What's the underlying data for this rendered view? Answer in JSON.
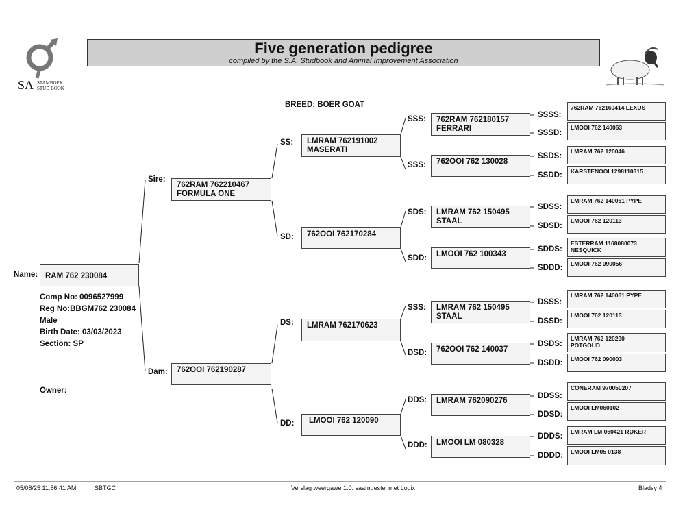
{
  "header": {
    "title": "Five generation pedigree",
    "subtitle": "compiled by the S.A. Studbook and Animal Improvement Association",
    "logo_text_main": "SA",
    "logo_text_line1": "STAMBOEK",
    "logo_text_line2": "STUD BOOK"
  },
  "breed": "BREED: BOER GOAT",
  "animal": {
    "name_label": "Name:",
    "name": "RAM 762 230084",
    "comp_no": "Comp No: 0096527999",
    "reg_no": "Reg No:BBGM762 230084",
    "sex": "Male",
    "birth_date": "Birth Date: 03/03/2023",
    "section": "Section: SP",
    "owner_label": "Owner:"
  },
  "gen1": {
    "sire_label": "Sire:",
    "sire": "762RAM 762210467\nFORMULA ONE",
    "dam_label": "Dam:",
    "dam": "762OOI 762190287"
  },
  "gen2": {
    "ss_label": "SS:",
    "ss": "LMRAM 762191002\nMASERATI",
    "sd_label": "SD:",
    "sd": "762OOI 762170284",
    "ds_label": "DS:",
    "ds": "LMRAM 762170623",
    "dd_label": "DD:",
    "dd": "LMOOI 762 120090"
  },
  "gen3": {
    "sss_label": "SSS:",
    "sss": "762RAM 762180157\nFERRARI",
    "ssd_label": "SSS:",
    "ssd": "762OOI 762 130028",
    "sds_label": "SDS:",
    "sds": "LMRAM 762 150495\nSTAAL",
    "sdd_label": "SDD:",
    "sdd": "LMOOI 762 100343",
    "dss_label": "SSS:",
    "dss": "LMRAM 762 150495\nSTAAL",
    "dsd_label": "DSD:",
    "dsd": "762OOI 762 140037",
    "dds_label": "DDS:",
    "dds": "LMRAM 762090276",
    "ddd_label": "DDD:",
    "ddd": "LMOOI LM 080328"
  },
  "gen4": {
    "ssss_label": "SSSS:",
    "ssss": "762RAM 762160414 LEXUS",
    "sssd_label": "SSSD:",
    "sssd": "LMOOI 762 140063",
    "ssds_label": "SSDS:",
    "ssds": "LMRAM 762 120046",
    "ssdd_label": "SSDD:",
    "ssdd": "KARSTENOOI 1298110315",
    "sdss_label": "SDSS:",
    "sdss": "LMRAM 762 140061 PYPE",
    "sdsd_label": "SDSD:",
    "sdsd": "LMOOI 762 120113",
    "sdds_label": "SDDS:",
    "sdds": "ESTERRAM 1168080073\nNESQUICK",
    "sddd_label": "SDDD:",
    "sddd": "LMOOI 762 090056",
    "dsss_label": "DSSS:",
    "dsss": "LMRAM 762 140061 PYPE",
    "dssd_label": "DSSD:",
    "dssd": "LMOOI 762 120113",
    "dsds_label": "DSDS:",
    "dsds": "LMRAM 762 120290\nPOTGOUD",
    "dsdd_label": "DSDD:",
    "dsdd": "LMOOI 762 090003",
    "ddss_label": "DDSS:",
    "ddss": "CONERAM 970050207",
    "ddsd_label": "DDSD:",
    "ddsd": "LMOOI LM060102",
    "ddds_label": "DDDS:",
    "ddds": "LMRAM LM 060421 ROKER",
    "dddd_label": "DDDD:",
    "dddd": "LMOOI LM05 0138"
  },
  "footer": {
    "datetime": "05/08/25 11:56:41 AM",
    "code": "SBTGC",
    "version": "Verslag weergawe 1.0. saamgestel met Logix",
    "page": "Bladsy 4"
  }
}
